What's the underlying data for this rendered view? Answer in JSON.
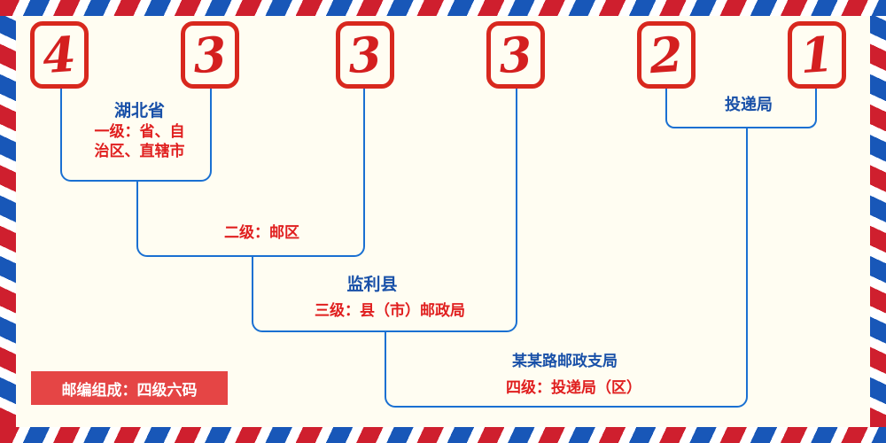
{
  "postal_code": {
    "digits": [
      "4",
      "3",
      "3",
      "3",
      "2",
      "1"
    ]
  },
  "labels": {
    "level1_place": "湖北省",
    "level1_desc_line1": "一级：省、自",
    "level1_desc_line2": "治区、直辖市",
    "level2_desc": "二级：邮区",
    "level3_place": "监利县",
    "level3_desc": "三级：县（市）邮政局",
    "level4_place": "某某路邮政支局",
    "level4_desc": "四级：投递局（区）",
    "delivery_office": "投递局",
    "badge": "邮编组成：四级六码"
  },
  "colors": {
    "background": "#fffdf2",
    "digit_red": "#d41f1f",
    "box_border_red": "#d8281e",
    "line_blue": "#1a70d2",
    "place_text_blue": "#1850a8",
    "desc_text_red": "#e01f1f",
    "badge_red": "#e54545",
    "stripe_red": "#cf1f2e",
    "stripe_blue": "#1857b8"
  }
}
